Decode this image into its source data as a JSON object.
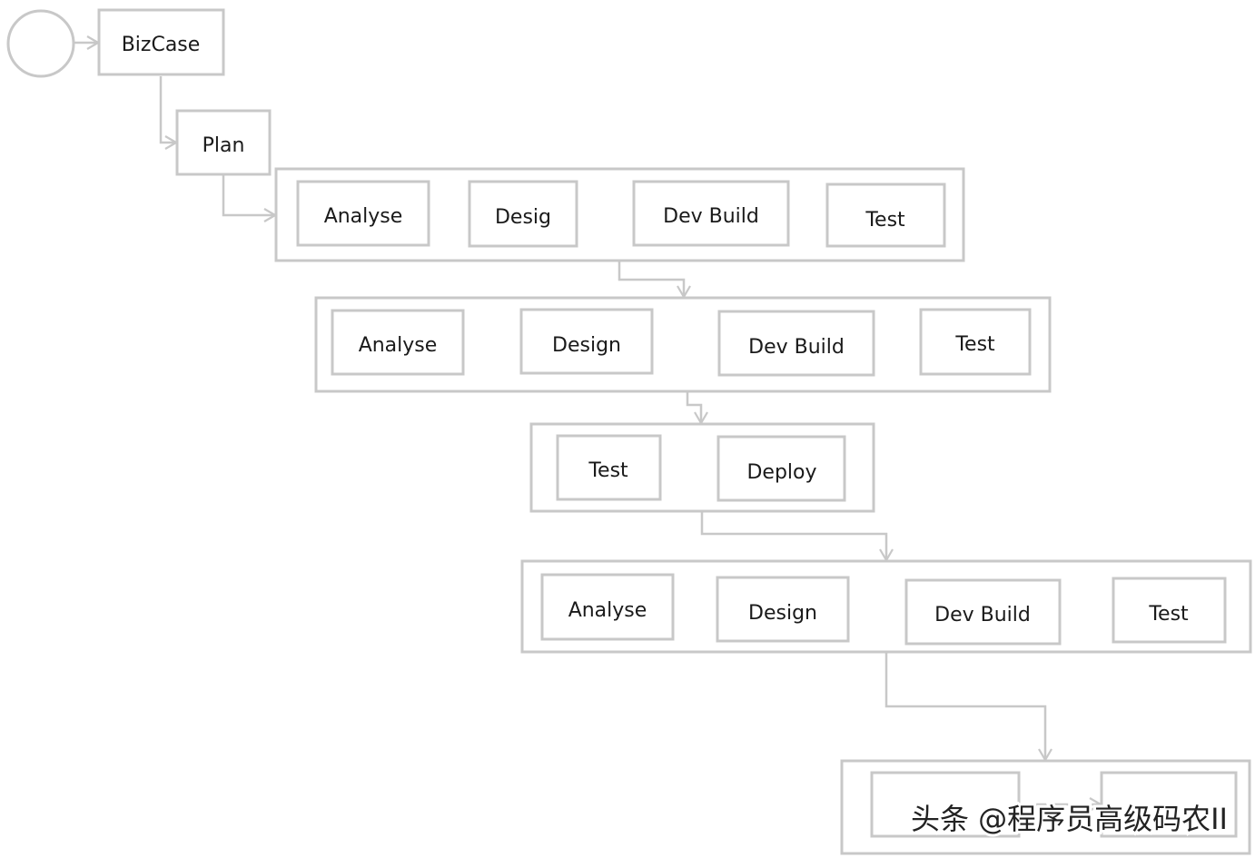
{
  "diagram": {
    "start": {
      "label": ""
    },
    "bizcase": {
      "label": "BizCase"
    },
    "plan": {
      "label": "Plan"
    },
    "iteration1": {
      "analyse": "Analyse",
      "design": "Desig",
      "devbuild": "Dev Build",
      "test": "Test"
    },
    "iteration2": {
      "analyse": "Analyse",
      "design": "Design",
      "devbuild": "Dev Build",
      "test": "Test"
    },
    "release": {
      "test": "Test",
      "deploy": "Deploy"
    },
    "iteration3": {
      "analyse": "Analyse",
      "design": "Design",
      "devbuild": "Dev Build",
      "test": "Test"
    },
    "watermark": "头条 @程序员高级码农II"
  },
  "colors": {
    "stroke": "#c8c8c8",
    "text": "#1a1a1a"
  }
}
